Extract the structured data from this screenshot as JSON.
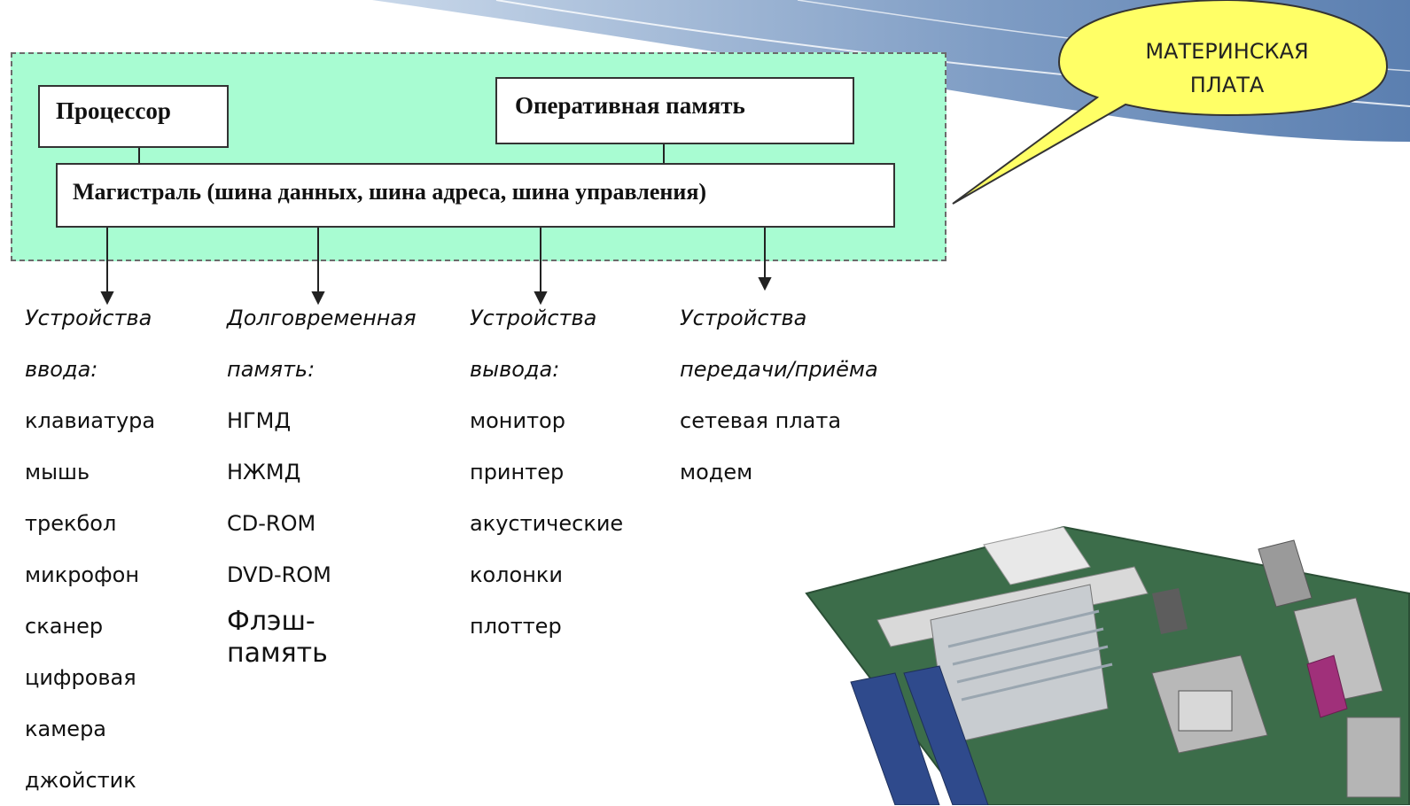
{
  "header": {
    "callout": "МАТЕРИНСКАЯ ПЛАТА"
  },
  "board": {
    "processor": "Процессор",
    "ram": "Оперативная память",
    "bus": "Магистраль (шина данных, шина адреса, шина управления)"
  },
  "columns": [
    {
      "title1": "Устройства",
      "title2": "ввода:",
      "items": [
        "клавиатура",
        "мышь",
        "трекбол",
        "микрофон",
        "сканер",
        "цифровая",
        "камера",
        "джойстик"
      ]
    },
    {
      "title1": "Долговременная",
      "title2": "память:",
      "items": [
        "НГМД",
        "НЖМД",
        "CD-ROM",
        "DVD-ROM"
      ],
      "extra": "Флэш-память"
    },
    {
      "title1": "Устройства",
      "title2": "вывода:",
      "items": [
        "монитор",
        "принтер",
        "акустические",
        "колонки",
        "плоттер"
      ]
    },
    {
      "title1": "Устройства",
      "title2": "передачи/приёма",
      "items": [
        "сетевая плата",
        "модем"
      ]
    }
  ],
  "colors": {
    "board_fill": "#a8fcd2",
    "callout_fill": "#ffff66",
    "banner": "#7e9cc4"
  }
}
